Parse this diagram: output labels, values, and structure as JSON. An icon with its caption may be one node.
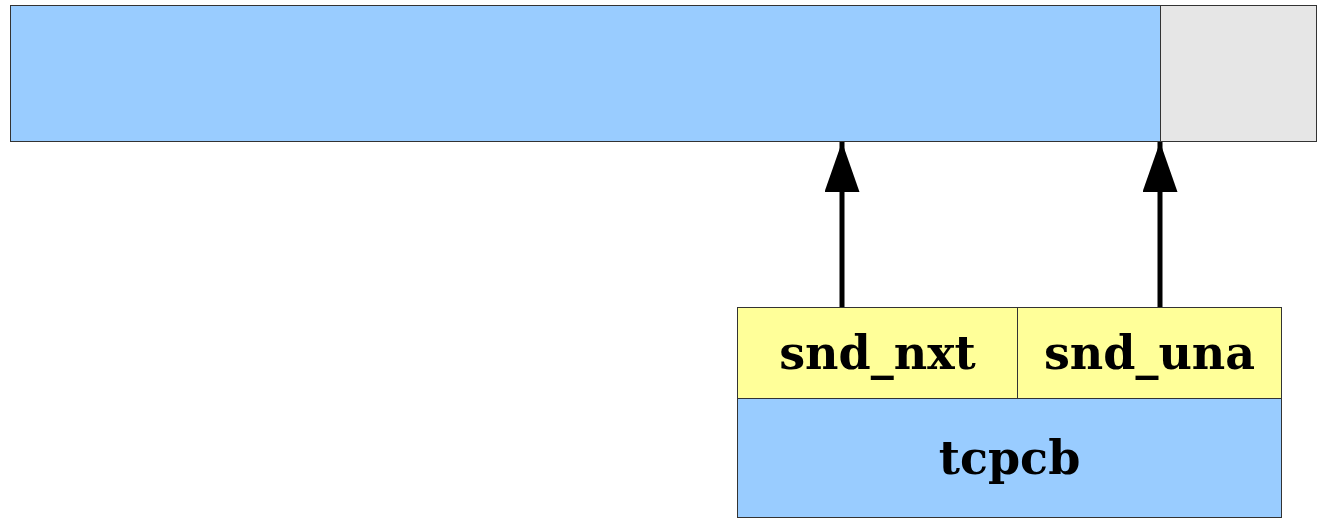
{
  "diagram": {
    "nodes": [
      {
        "text": [],
        "shape": "bar"
      },
      {
        "text": [],
        "shape": "bar"
      },
      {
        "text": [
          "snd_nxt"
        ]
      },
      {
        "text": [
          "snd_una"
        ]
      },
      {
        "text": [
          "tcpcb"
        ]
      }
    ],
    "edges": [
      {
        "from": 2,
        "to": 0,
        "arrow": "to"
      },
      {
        "from": 3,
        "to": 0,
        "arrow": "to"
      }
    ]
  }
}
